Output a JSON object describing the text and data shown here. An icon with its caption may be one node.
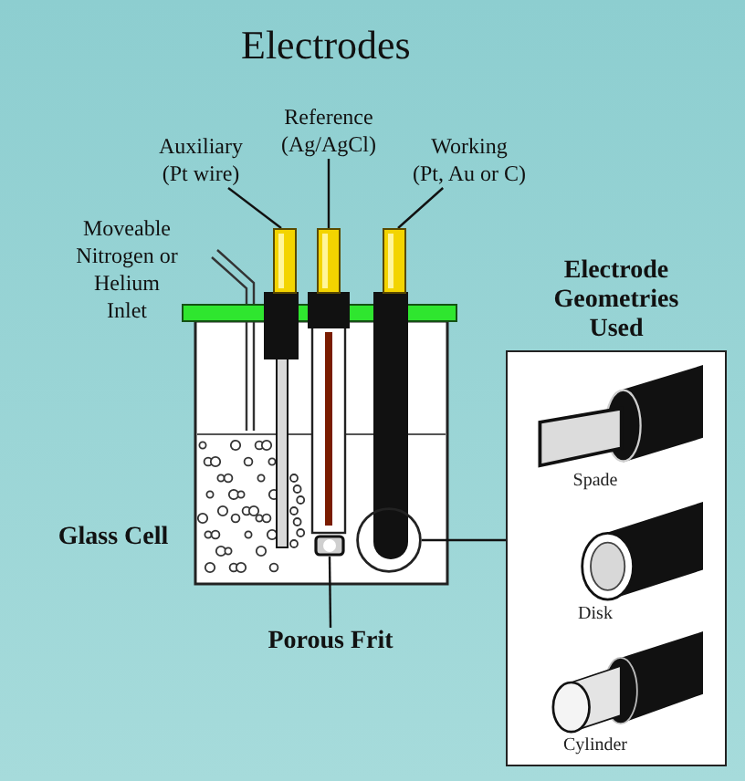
{
  "diagram": {
    "title": "Electrodes",
    "nodes": [
      {
        "text": [
          "Reference (Ag/AgCl)"
        ]
      },
      {
        "text": [
          "Auxiliary (Pt wire)"
        ]
      },
      {
        "text": [
          "Working (Pt, Au or C)"
        ]
      },
      {
        "text": [],
        "shape": "bar"
      },
      {
        "text": [],
        "shape": "bar"
      },
      {
        "text": [],
        "shape": "bar"
      },
      {
        "text": [
          "Electrode Geometries Used"
        ]
      },
      {
        "text": [],
        "shape": "circle"
      },
      {
        "text": [],
        "shape": "box"
      },
      {
        "text": [
          "Porous Frit"
        ]
      }
    ],
    "edges": [
      {
        "from": 1,
        "to": 3,
        "arrow": "none"
      },
      {
        "from": 0,
        "to": 4,
        "arrow": "none"
      },
      {
        "from": 2,
        "to": 5,
        "arrow": "none"
      },
      {
        "from": 9,
        "to": 8,
        "arrow": "none"
      },
      {
        "from": 7,
        "to": 6,
        "arrow": "none"
      }
    ],
    "labels": [
      "Moveable Nitrogen or Helium Inlet",
      "Glass Cell",
      "Spade",
      "Disk",
      "Cylinder"
    ]
  }
}
